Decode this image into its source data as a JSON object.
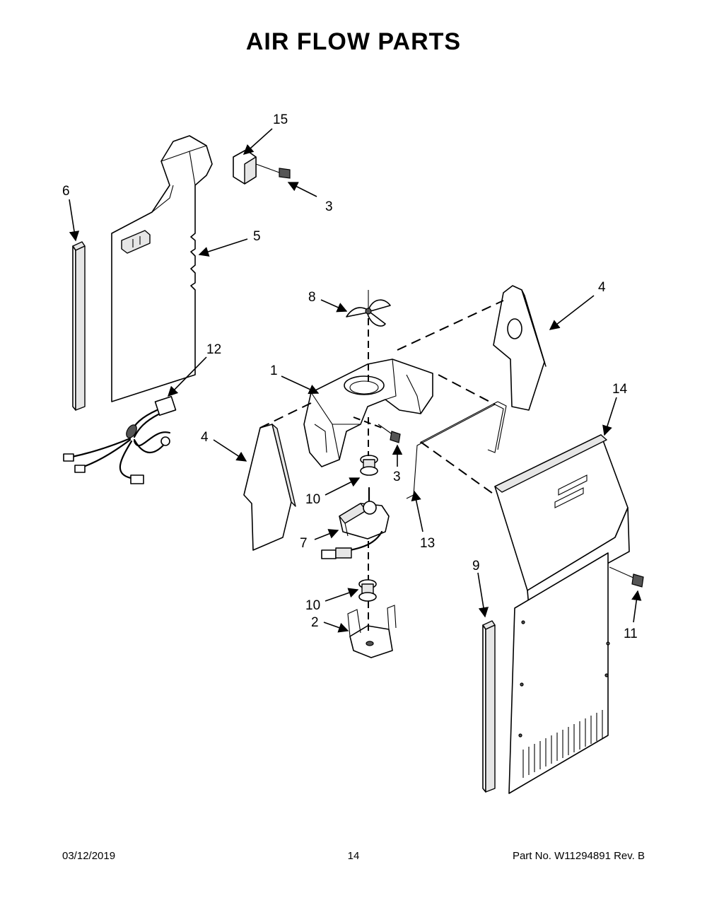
{
  "title": "AIR FLOW PARTS",
  "footer": {
    "date": "03/12/2019",
    "page": "14",
    "part_no": "Part No.  W11294891  Rev.  B"
  },
  "callouts": {
    "c15": "15",
    "c3a": "3",
    "c6": "6",
    "c5": "5",
    "c8": "8",
    "c4a": "4",
    "c12": "12",
    "c1": "1",
    "c14": "14",
    "c4b": "4",
    "c3b": "3",
    "c10a": "10",
    "c13": "13",
    "c7": "7",
    "c9": "9",
    "c11": "11",
    "c10b": "10",
    "c2": "2"
  }
}
